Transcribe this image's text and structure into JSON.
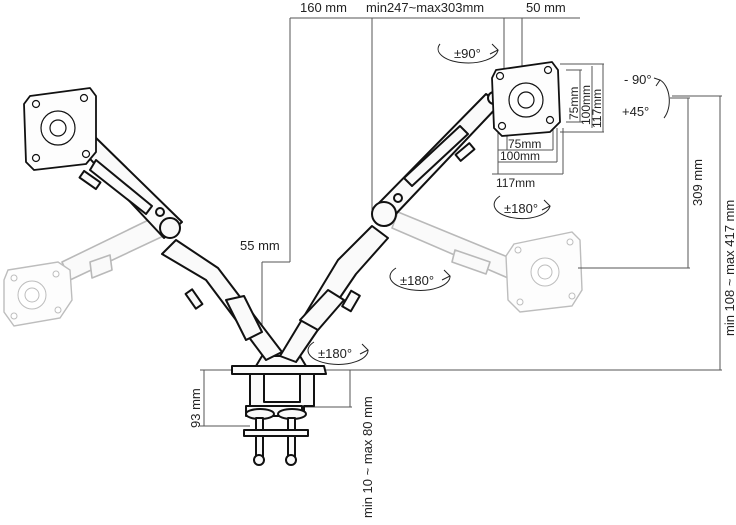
{
  "dimensions": {
    "top_left": "160 mm",
    "top_middle": "min247~max303mm",
    "top_right": "50 mm",
    "vesa_h_75": "75mm",
    "vesa_h_100": "100mm",
    "vesa_h_117": "117mm",
    "vesa_v_75": "75mm",
    "vesa_v_100": "100mm",
    "vesa_v_117": "117mm",
    "arm_reach": "309 mm",
    "height_range": "min 108 ~ max 417 mm",
    "base_offset": "55 mm",
    "clamp_height": "93 mm",
    "desk_thickness": "min 10 ~ max 80 mm"
  },
  "rotations": {
    "swivel_top": "±90°",
    "tilt_up": "- 90°",
    "tilt_down": "+45°",
    "rotate_head": "±180°",
    "rotate_mid": "±180°",
    "rotate_base": "±180°"
  },
  "colors": {
    "line": "#111111",
    "ghost": "#bdbdbd",
    "dimension": "#555555"
  }
}
